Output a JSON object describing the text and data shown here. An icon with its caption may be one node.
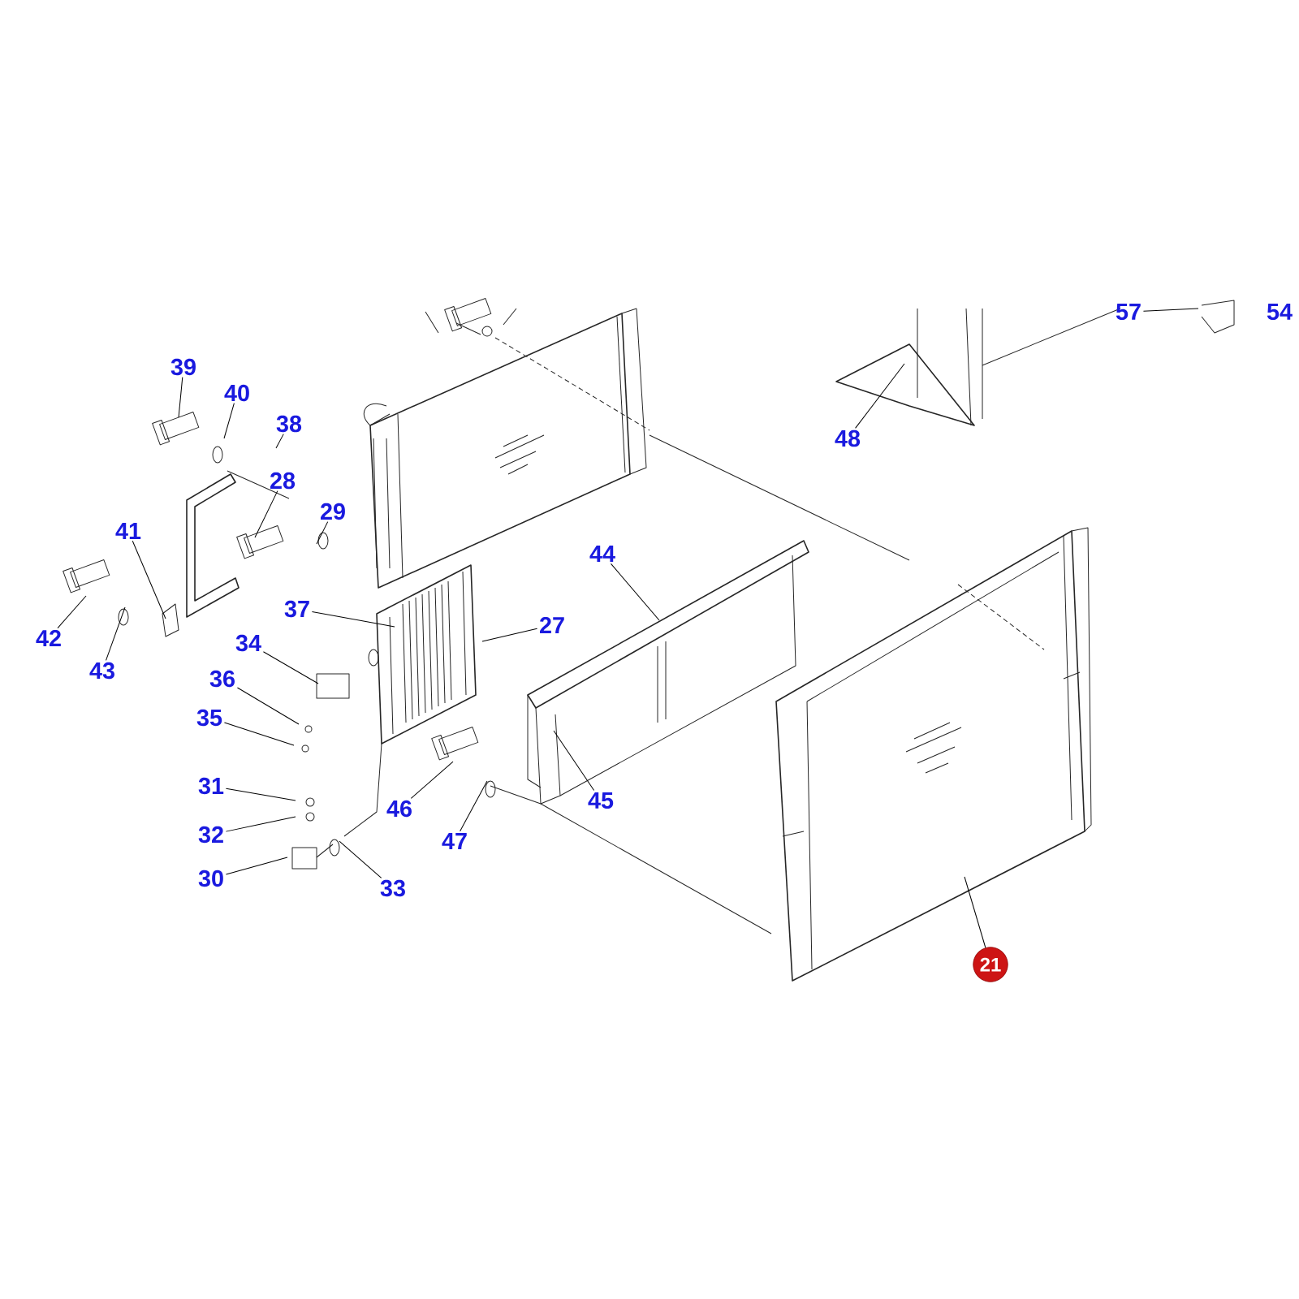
{
  "diagram": {
    "nodes": [
      {
        "text": [
          "39"
        ]
      },
      {
        "text": [
          "40"
        ]
      },
      {
        "text": [
          "38"
        ]
      },
      {
        "text": [
          "28"
        ]
      },
      {
        "text": [
          "41"
        ]
      },
      {
        "text": [
          "29"
        ]
      },
      {
        "text": [
          "42"
        ]
      },
      {
        "text": [
          "43"
        ]
      },
      {
        "text": [
          "37"
        ]
      },
      {
        "text": [
          "34"
        ]
      },
      {
        "text": [
          "36"
        ]
      },
      {
        "text": [
          "35"
        ]
      },
      {
        "text": [
          "27"
        ]
      },
      {
        "text": [
          "31"
        ]
      },
      {
        "text": [
          "32"
        ]
      },
      {
        "text": [
          "30"
        ]
      },
      {
        "text": [
          "46"
        ]
      },
      {
        "text": [
          "47"
        ]
      },
      {
        "text": [
          "33"
        ]
      },
      {
        "text": [
          "44"
        ]
      },
      {
        "text": [
          "45"
        ]
      },
      {
        "text": [
          "48"
        ]
      },
      {
        "text": [
          "57"
        ]
      },
      {
        "text": [
          "54"
        ]
      },
      {
        "text": [
          "21"
        ]
      }
    ],
    "edges": [
      {
        "from": 0,
        "to": null,
        "arrow": "none"
      },
      {
        "from": 1,
        "to": null,
        "arrow": "none"
      },
      {
        "from": 2,
        "to": null,
        "arrow": "none"
      },
      {
        "from": 3,
        "to": null,
        "arrow": "none"
      },
      {
        "from": 4,
        "to": null,
        "arrow": "none"
      },
      {
        "from": 5,
        "to": null,
        "arrow": "none"
      },
      {
        "from": 6,
        "to": null,
        "arrow": "none"
      },
      {
        "from": 7,
        "to": null,
        "arrow": "none"
      },
      {
        "from": 8,
        "to": null,
        "arrow": "none"
      },
      {
        "from": 9,
        "to": null,
        "arrow": "none"
      },
      {
        "from": 10,
        "to": null,
        "arrow": "none"
      },
      {
        "from": 11,
        "to": null,
        "arrow": "none"
      },
      {
        "from": 12,
        "to": null,
        "arrow": "none"
      },
      {
        "from": 13,
        "to": null,
        "arrow": "none"
      },
      {
        "from": 14,
        "to": null,
        "arrow": "none"
      },
      {
        "from": 15,
        "to": null,
        "arrow": "none"
      },
      {
        "from": 16,
        "to": null,
        "arrow": "none"
      },
      {
        "from": 17,
        "to": null,
        "arrow": "none"
      },
      {
        "from": 18,
        "to": null,
        "arrow": "none"
      },
      {
        "from": 19,
        "to": null,
        "arrow": "none"
      },
      {
        "from": 20,
        "to": null,
        "arrow": "none"
      },
      {
        "from": 21,
        "to": null,
        "arrow": "none"
      },
      {
        "from": 22,
        "to": null,
        "arrow": "none"
      },
      {
        "from": 24,
        "to": null,
        "arrow": "none"
      }
    ]
  }
}
